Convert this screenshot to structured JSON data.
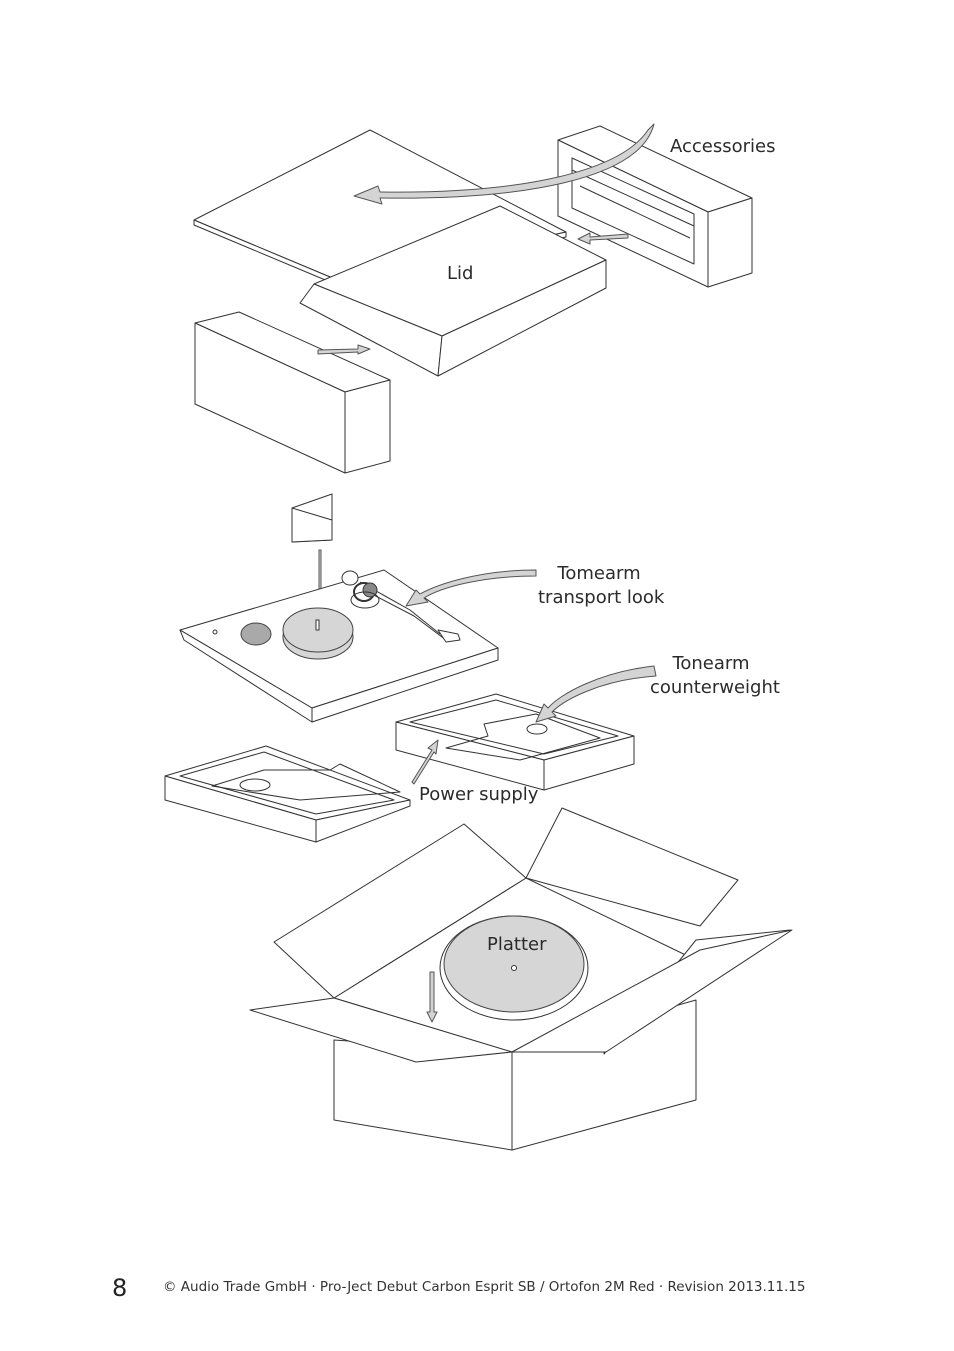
{
  "labels": {
    "accessories": "Accessories",
    "lid": "Lid",
    "tomearm_line1": "Tomearm",
    "tomearm_line2": "transport look",
    "counterweight_line1": "Tonearm",
    "counterweight_line2": "counterweight",
    "power_supply": "Power supply",
    "platter": "Platter"
  },
  "footer": {
    "page_number": "8",
    "text": "© Audio Trade GmbH · Pro-Ject Debut Carbon Esprit SB / Ortofon 2M Red · Revision 2013.11.15"
  }
}
